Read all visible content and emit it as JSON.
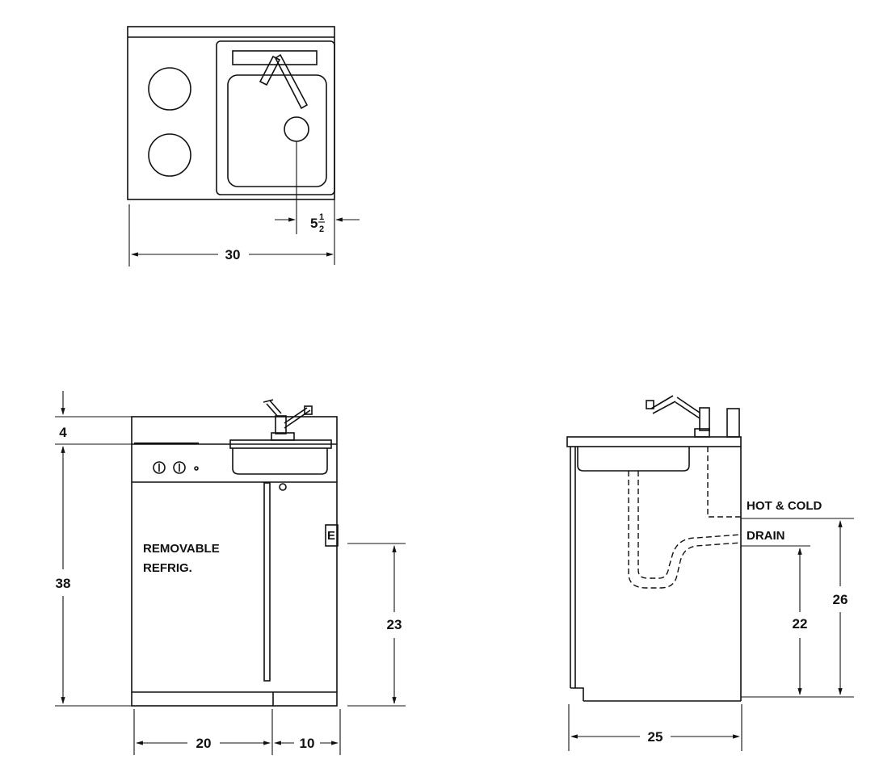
{
  "top_view": {
    "dim_width": "30",
    "dim_offset_whole": "5",
    "dim_offset_num": "1",
    "dim_offset_den": "2"
  },
  "front_view": {
    "dim_top": "4",
    "dim_height": "38",
    "dim_outlet": "23",
    "dim_left_width": "20",
    "dim_right_width": "10",
    "note_line1": "REMOVABLE",
    "note_line2": "REFRIG.",
    "outlet_marker": "E"
  },
  "side_view": {
    "label_supply": "HOT & COLD",
    "label_drain": "DRAIN",
    "dim_drain_height": "22",
    "dim_supply_height": "26",
    "dim_depth": "25"
  }
}
